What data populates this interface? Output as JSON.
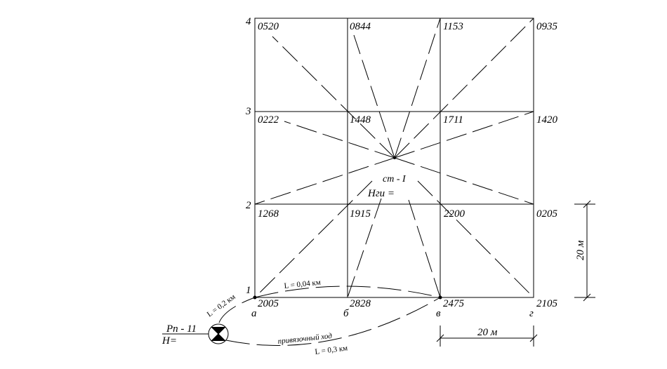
{
  "grid": {
    "values": [
      [
        "0520",
        "0844",
        "1153",
        "0935"
      ],
      [
        "0222",
        "1448",
        "1711",
        "1420"
      ],
      [
        "1268",
        "1915",
        "2200",
        "0205"
      ],
      [
        "2005",
        "2828",
        "2475",
        "2105"
      ]
    ],
    "row_labels": [
      "4",
      "3",
      "2",
      "1"
    ],
    "col_labels": [
      "а",
      "б",
      "в",
      "г"
    ]
  },
  "station": {
    "name": "ст - I",
    "height_label": "Нги ="
  },
  "benchmark": {
    "name": "Рп - 11",
    "height_label": "Н="
  },
  "traverse": {
    "label_a": "L = 0,2 км",
    "label_b": "L = 0,04 км",
    "label_c": "привязочный ход",
    "label_d": "L = 0,3 км"
  },
  "dimensions": {
    "vertical": "20 м",
    "horizontal": "20 м"
  }
}
